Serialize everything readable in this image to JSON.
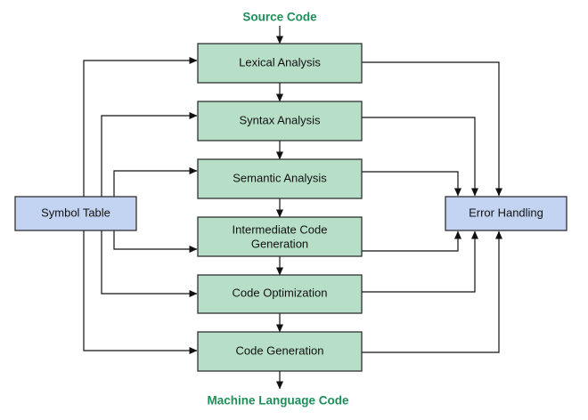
{
  "input_label": "Source Code",
  "output_label": "Machine Language Code",
  "phases": [
    {
      "line1": "Lexical Analysis",
      "line2": ""
    },
    {
      "line1": "Syntax Analysis",
      "line2": ""
    },
    {
      "line1": "Semantic Analysis",
      "line2": ""
    },
    {
      "line1": "Intermediate Code",
      "line2": "Generation"
    },
    {
      "line1": "Code Optimization",
      "line2": ""
    },
    {
      "line1": "Code Generation",
      "line2": ""
    }
  ],
  "symbol_table": "Symbol Table",
  "error_handling": "Error Handling",
  "colors": {
    "phase_fill": "#b7dfc8",
    "side_box_fill": "#c3d4f2",
    "io_text": "#1f8f5a"
  }
}
